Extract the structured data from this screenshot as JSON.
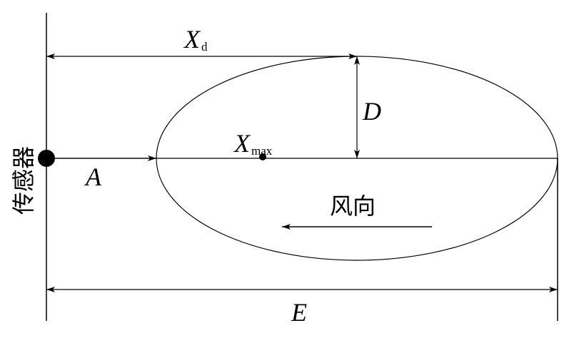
{
  "labels": {
    "xd_main": "X",
    "xd_sub": "d",
    "d": "D",
    "xmax_main": "X",
    "xmax_sub": "max",
    "a": "A",
    "e": "E",
    "wind_direction": "风向",
    "sensor": "传感器"
  },
  "colors": {
    "ink": "#000000",
    "background": "#ffffff"
  }
}
